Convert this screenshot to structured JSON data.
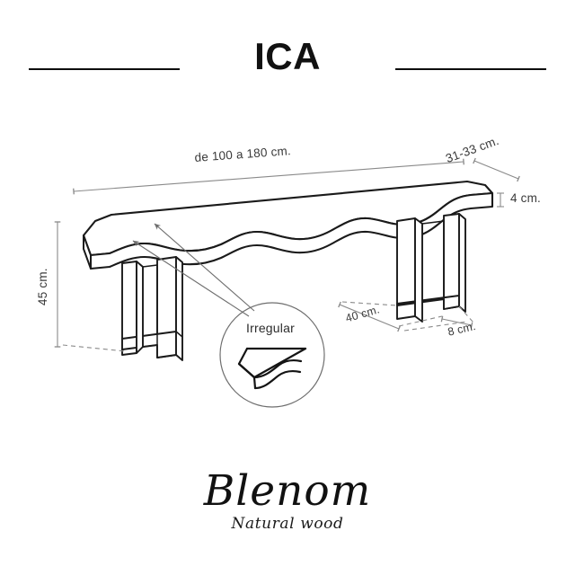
{
  "header": {
    "title": "ICA",
    "rule_color": "#0d0d0d"
  },
  "product": {
    "type": "bench",
    "edge_style": "live-edge",
    "callout_label": "Irregular"
  },
  "dimensions": {
    "width": "de 100 a 180 cm.",
    "depth": "31-33 cm.",
    "thickness": "4 cm.",
    "height": "45 cm.",
    "leg_depth": "40 cm.",
    "leg_width": "8 cm."
  },
  "brand": {
    "name": "Blenom",
    "tagline": "Natural wood"
  },
  "colors": {
    "ink": "#111111",
    "outline": "#1a1a1a",
    "dimension_line": "#8a8a8a",
    "dimension_text": "#3a3a3a",
    "background": "#ffffff"
  }
}
